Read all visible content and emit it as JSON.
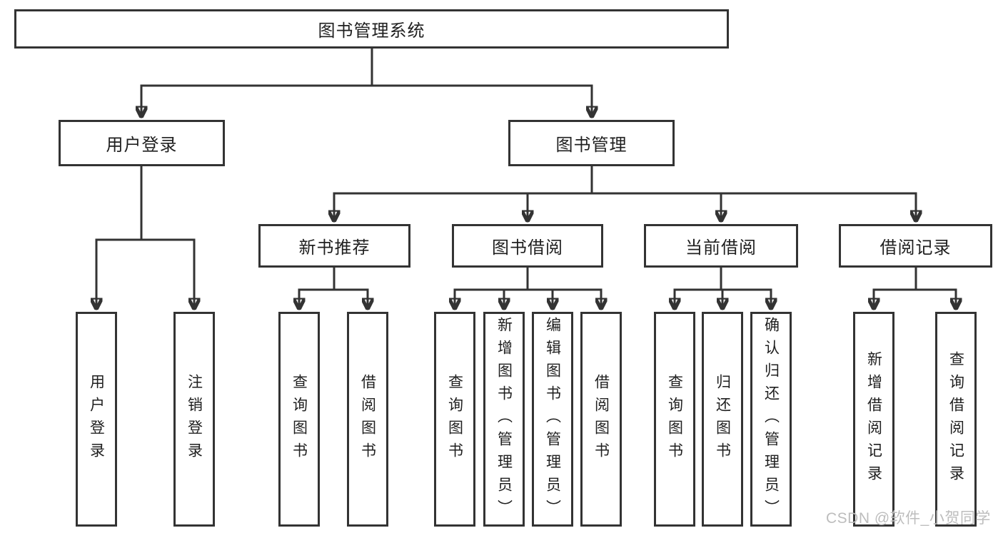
{
  "tree": {
    "label": "图书管理系统",
    "children": [
      {
        "label": "用户登录",
        "children": [
          {
            "label": "用户登录"
          },
          {
            "label": "注销登录"
          }
        ]
      },
      {
        "label": "图书管理",
        "children": [
          {
            "label": "新书推荐",
            "children": [
              {
                "label": "查询图书"
              },
              {
                "label": "借阅图书"
              }
            ]
          },
          {
            "label": "图书借阅",
            "children": [
              {
                "label": "查询图书"
              },
              {
                "label": "新增图书（管理员）"
              },
              {
                "label": "编辑图书（管理员）"
              },
              {
                "label": "借阅图书"
              }
            ]
          },
          {
            "label": "当前借阅",
            "children": [
              {
                "label": "查询图书"
              },
              {
                "label": "归还图书"
              },
              {
                "label": "确认归还（管理员）"
              }
            ]
          },
          {
            "label": "借阅记录",
            "children": [
              {
                "label": "新增借阅记录"
              },
              {
                "label": "查询借阅记录"
              }
            ]
          }
        ]
      }
    ]
  },
  "watermark": {
    "text": "CSDN @软件_小贺同学"
  },
  "colors": {
    "line": "#333333",
    "text": "#1f1f1f",
    "watermark": "#bdbdbd",
    "background": "#ffffff"
  }
}
